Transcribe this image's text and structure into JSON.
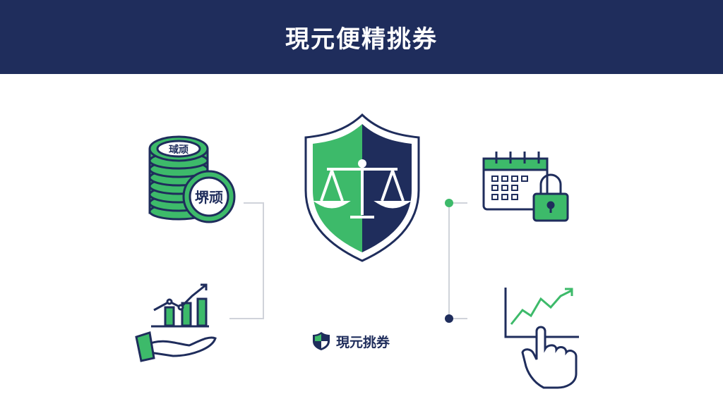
{
  "header": {
    "title": "現元便精挑券"
  },
  "coins": {
    "top_label": "琙顽",
    "front_label": "堺顽"
  },
  "brand": {
    "label": "現元挑券",
    "icon": "shield-icon"
  },
  "colors": {
    "navy": "#1f2d5c",
    "green": "#3dba6a",
    "line": "#d0d3da"
  }
}
